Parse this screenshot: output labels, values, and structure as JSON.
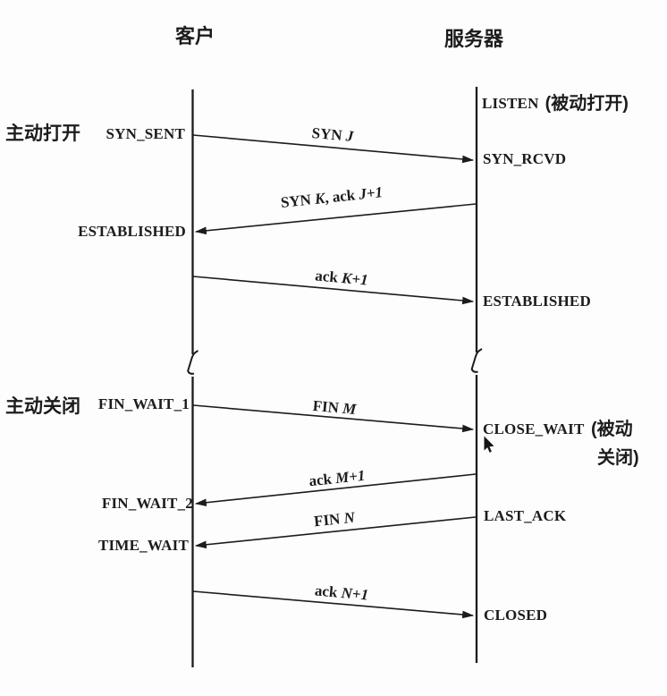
{
  "headers": {
    "client": "客户",
    "server": "服务器"
  },
  "annotations": {
    "active_open": "主动打开",
    "active_close": "主动关闭",
    "passive_open": "(被动打开)",
    "passive_close_line1": "(被动",
    "passive_close_line2": "关闭)"
  },
  "states": {
    "client": {
      "syn_sent": "SYN_SENT",
      "established": "ESTABLISHED",
      "fin_wait_1": "FIN_WAIT_1",
      "fin_wait_2": "FIN_WAIT_2",
      "time_wait": "TIME_WAIT"
    },
    "server": {
      "listen": "LISTEN",
      "syn_rcvd": "SYN_RCVD",
      "established": "ESTABLISHED",
      "close_wait": "CLOSE_WAIT",
      "last_ack": "LAST_ACK",
      "closed": "CLOSED"
    }
  },
  "segments": [
    {
      "label": "SYN J",
      "direction": "client-to-server",
      "parts": [
        {
          "text": "SYN ",
          "italic": false
        },
        {
          "text": "J",
          "italic": true
        }
      ]
    },
    {
      "label": "SYN K, ack J+1",
      "direction": "server-to-client",
      "parts": [
        {
          "text": "SYN ",
          "italic": false
        },
        {
          "text": "K",
          "italic": true
        },
        {
          "text": ", ack ",
          "italic": false
        },
        {
          "text": "J+1",
          "italic": true
        }
      ]
    },
    {
      "label": "ack K+1",
      "direction": "client-to-server",
      "parts": [
        {
          "text": "ack ",
          "italic": false
        },
        {
          "text": "K+1",
          "italic": true
        }
      ]
    },
    {
      "label": "FIN M",
      "direction": "client-to-server",
      "parts": [
        {
          "text": "FIN ",
          "italic": false
        },
        {
          "text": "M",
          "italic": true
        }
      ]
    },
    {
      "label": "ack M+1",
      "direction": "server-to-client",
      "parts": [
        {
          "text": "ack ",
          "italic": false
        },
        {
          "text": "M+1",
          "italic": true
        }
      ]
    },
    {
      "label": "FIN N",
      "direction": "server-to-client",
      "parts": [
        {
          "text": "FIN ",
          "italic": false
        },
        {
          "text": "N",
          "italic": true
        }
      ]
    },
    {
      "label": "ack N+1",
      "direction": "client-to-server",
      "parts": [
        {
          "text": "ack ",
          "italic": false
        },
        {
          "text": "N+1",
          "italic": true
        }
      ]
    }
  ],
  "colors": {
    "ink": "#1c1c1c",
    "background": "#fdfdfd"
  }
}
